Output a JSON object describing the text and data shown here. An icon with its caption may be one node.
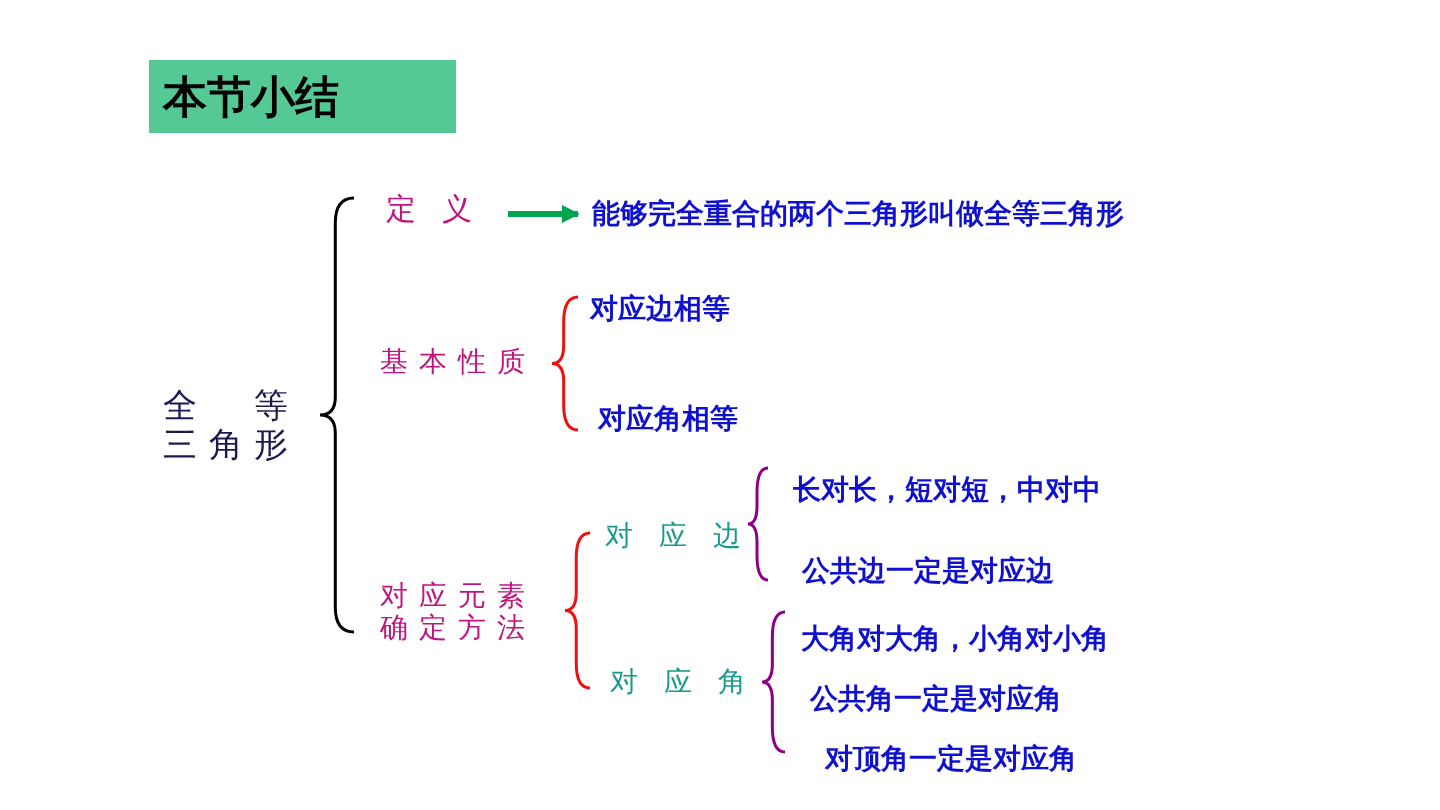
{
  "diagram": {
    "title": "本节小结",
    "nodes": [
      {
        "text": [
          "定义"
        ]
      },
      {
        "text": [
          "能够完全重合的两个三角形叫做全等三角形"
        ]
      }
    ],
    "edges": [
      {
        "from": 0,
        "to": 1,
        "arrow": "to"
      }
    ],
    "labels": [
      "全等三角形",
      "基本性质",
      "对应边相等",
      "对应角相等",
      "对应边",
      "长对长，短对短，中对中",
      "公共边一定是对应边",
      "对应元素确定方法",
      "对应角",
      "大角对大角，小角对小角",
      "公共角一定是对应角",
      "对顶角一定是对应角"
    ]
  }
}
